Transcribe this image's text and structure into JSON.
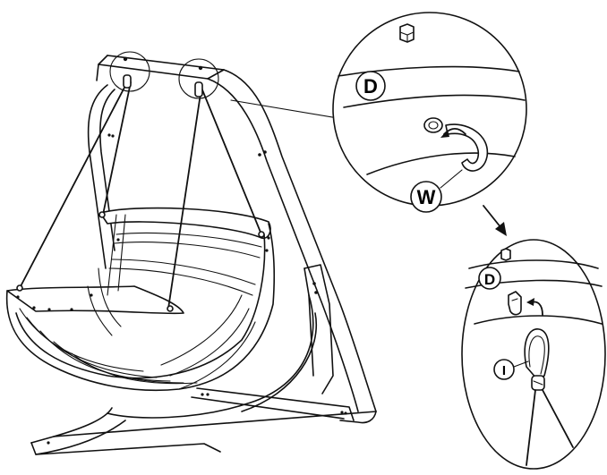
{
  "callouts": {
    "upper_label": "D",
    "hook_label": "W",
    "lower_label": "D",
    "carabiner_label": "I"
  },
  "icons": {
    "arrow": "arrow-right-down-icon",
    "rotate": "curved-arrow-icon"
  },
  "colors": {
    "ink": "#111111",
    "paper": "#ffffff"
  }
}
